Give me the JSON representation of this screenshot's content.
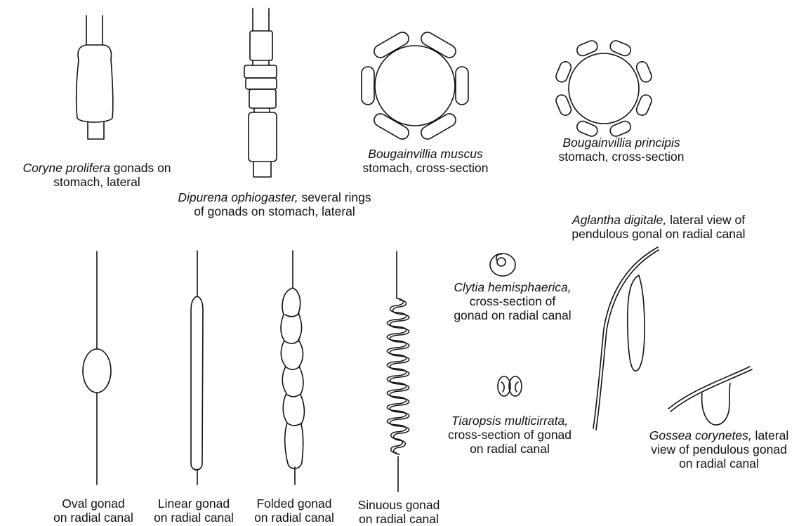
{
  "captions": {
    "coryne": {
      "species": "Coryne prolifera",
      "rest": " gonads on",
      "line2": "stomach, lateral"
    },
    "dipurena": {
      "species": "Dipurena ophiogaster,",
      "rest": " several rings",
      "line2": "of gonads on stomach, lateral"
    },
    "boug_muscus": {
      "species": "Bougainvillia muscus",
      "line2": "stomach, cross-section"
    },
    "boug_principis": {
      "species": "Bougainvillia principis",
      "line2": "stomach, cross-section"
    },
    "aglantha": {
      "species": "Aglantha digitale,",
      "rest": " lateral view of",
      "line2": "pendulous gonal on radial canal"
    },
    "clytia": {
      "species": "Clytia hemisphaerica,",
      "line2": "cross-section of",
      "line3": "gonad on radial canal"
    },
    "tiaropsis": {
      "species": "Tiaropsis multicirrata,",
      "line2": "cross-section of gonad",
      "line3": "on radial canal"
    },
    "gossea": {
      "species": "Gossea corynetes,",
      "rest": " lateral",
      "line2": "view of pendulous gonad",
      "line3": "on radial canal"
    },
    "oval": {
      "line1": "Oval gonad",
      "line2": "on radial canal"
    },
    "linear": {
      "line1": "Linear gonad",
      "line2": "on radial canal"
    },
    "folded": {
      "line1": "Folded gonad",
      "line2": "on radial canal"
    },
    "sinuous": {
      "line1": "Sinuous gonad",
      "line2": "on radial canal"
    }
  },
  "colors": {
    "ink": "#111111",
    "background": "#ffffff"
  }
}
